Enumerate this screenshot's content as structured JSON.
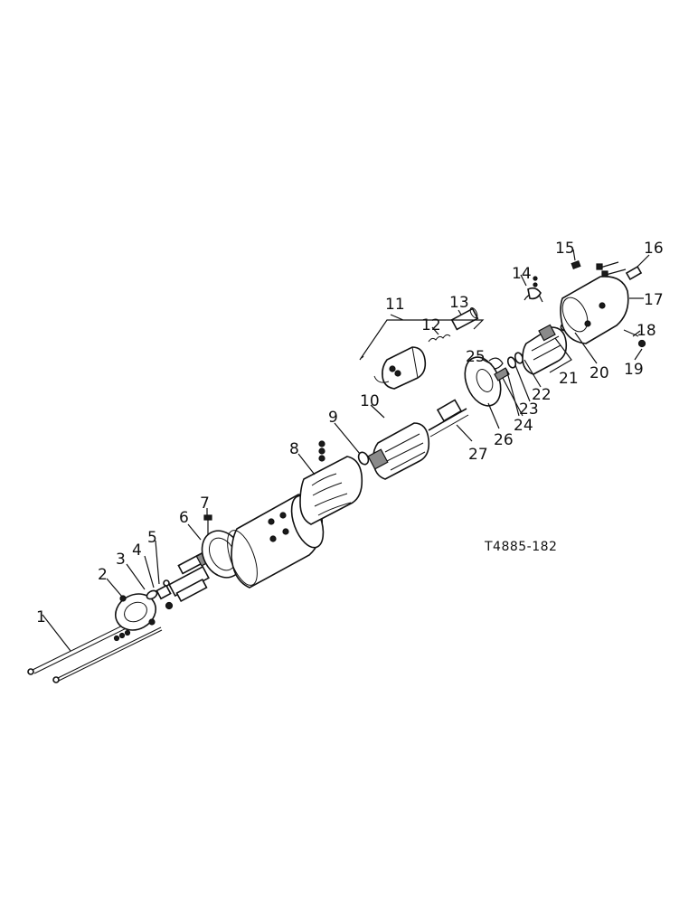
{
  "figure": {
    "code": "T4885-182"
  },
  "callouts": [
    {
      "id": "1",
      "label": "1"
    },
    {
      "id": "2",
      "label": "2"
    },
    {
      "id": "3",
      "label": "3"
    },
    {
      "id": "4",
      "label": "4"
    },
    {
      "id": "5",
      "label": "5"
    },
    {
      "id": "6",
      "label": "6"
    },
    {
      "id": "7",
      "label": "7"
    },
    {
      "id": "8",
      "label": "8"
    },
    {
      "id": "9",
      "label": "9"
    },
    {
      "id": "10",
      "label": "10"
    },
    {
      "id": "11",
      "label": "11"
    },
    {
      "id": "12",
      "label": "12"
    },
    {
      "id": "13",
      "label": "13"
    },
    {
      "id": "14",
      "label": "14"
    },
    {
      "id": "15",
      "label": "15"
    },
    {
      "id": "16",
      "label": "16"
    },
    {
      "id": "17",
      "label": "17"
    },
    {
      "id": "18",
      "label": "18"
    },
    {
      "id": "19",
      "label": "19"
    },
    {
      "id": "20",
      "label": "20"
    },
    {
      "id": "21",
      "label": "21"
    },
    {
      "id": "22",
      "label": "22"
    },
    {
      "id": "23",
      "label": "23"
    },
    {
      "id": "24",
      "label": "24"
    },
    {
      "id": "25",
      "label": "25"
    },
    {
      "id": "26",
      "label": "26"
    },
    {
      "id": "27",
      "label": "27"
    }
  ]
}
